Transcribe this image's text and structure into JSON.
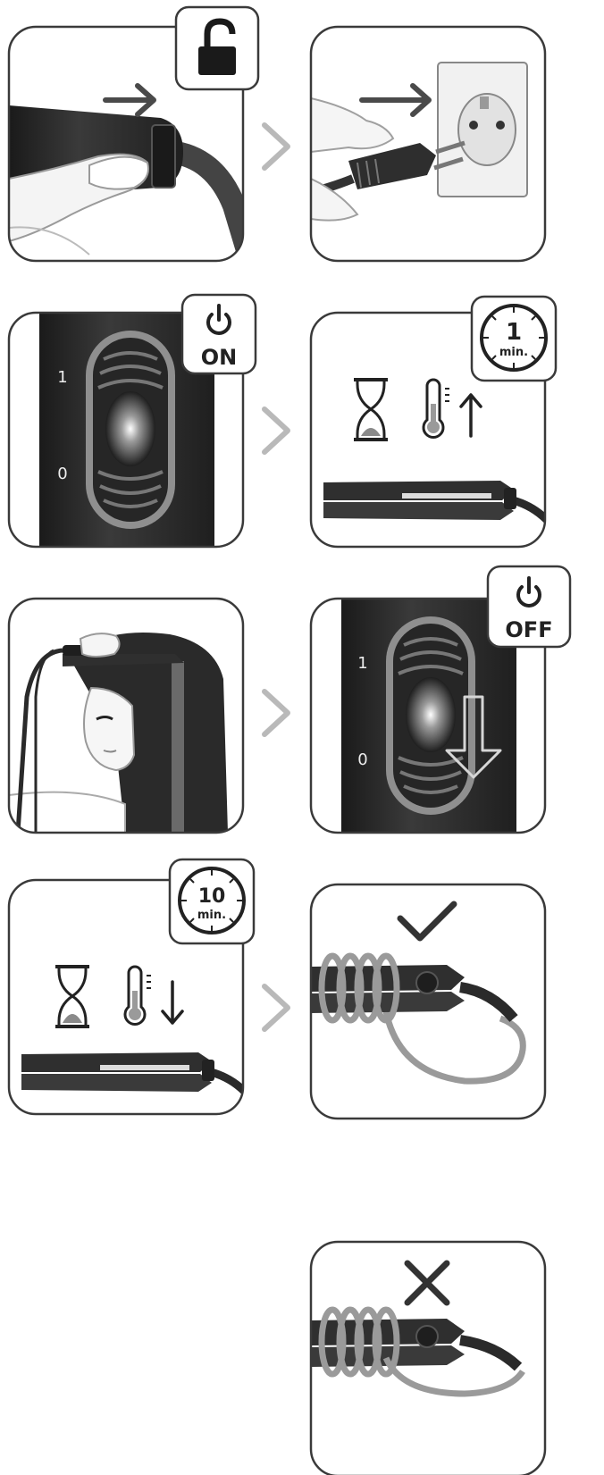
{
  "labels": {
    "switch_on_text": "ON",
    "switch_off_text": "OFF",
    "position_one": "1",
    "position_zero": "0",
    "timer_heat_value": "1",
    "timer_cool_value": "10",
    "timer_unit": "min."
  },
  "steps": [
    {
      "step": 1,
      "icon": "unlock-icon",
      "action": "slide-ring"
    },
    {
      "step": 2,
      "icon": "plug-icon",
      "action": "plug-in"
    },
    {
      "step": 3,
      "icon": "power-icon",
      "action": "switch-on"
    },
    {
      "step": 4,
      "icon": "timer-icon",
      "action": "heat-up"
    },
    {
      "step": 5,
      "icon": "hair-icon",
      "action": "straighten"
    },
    {
      "step": 6,
      "icon": "power-icon",
      "action": "switch-off"
    },
    {
      "step": 7,
      "icon": "timer-icon",
      "action": "cool-down"
    },
    {
      "step": 8,
      "icon": "check-icon",
      "action": "store-correct"
    },
    {
      "step": 9,
      "icon": "cross-icon",
      "action": "store-incorrect"
    }
  ],
  "colors": {
    "panel_border": "#3a3a3a",
    "dark_body": "#2b2b2b",
    "mid_grey": "#8a8a8a",
    "light_grey": "#bdbdbd",
    "arrow_grey": "#b9b9b9"
  }
}
